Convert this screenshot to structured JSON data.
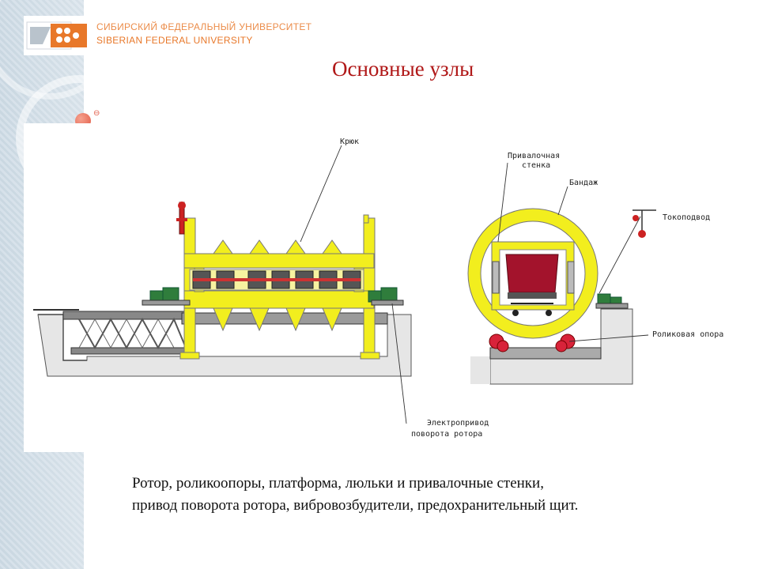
{
  "header": {
    "org_name_ru": "СИБИРСКИЙ ФЕДЕРАЛЬНЫЙ УНИВЕРСИТЕТ",
    "org_name_en": "SIBERIAN FEDERAL UNIVERSITY",
    "logo_icon": "sfu-logo-icon"
  },
  "slide": {
    "title": "Основные узлы",
    "caption_line1": "Ротор, роликоопоры, платформа, люльки и привалочные стенки,",
    "caption_line2": "привод поворота ротора, вибровозбудители, предохранительный щит."
  },
  "diagram": {
    "labels": {
      "hook": "Крюк",
      "clamp_wall_1": "Привалочная",
      "clamp_wall_2": "стенка",
      "bandage": "Бандаж",
      "current_supply": "Токоподвод",
      "roller_support": "Роликовая опора",
      "drive_1": "Электропривод",
      "drive_2": "поворота ротора"
    }
  },
  "colors": {
    "title": "#b01818",
    "brand": "#e8782a",
    "machine_yellow": "#f2ee1e",
    "car_red": "#a3132c",
    "drive_green": "#2f7d3c",
    "ground": "#e4e4e4"
  }
}
